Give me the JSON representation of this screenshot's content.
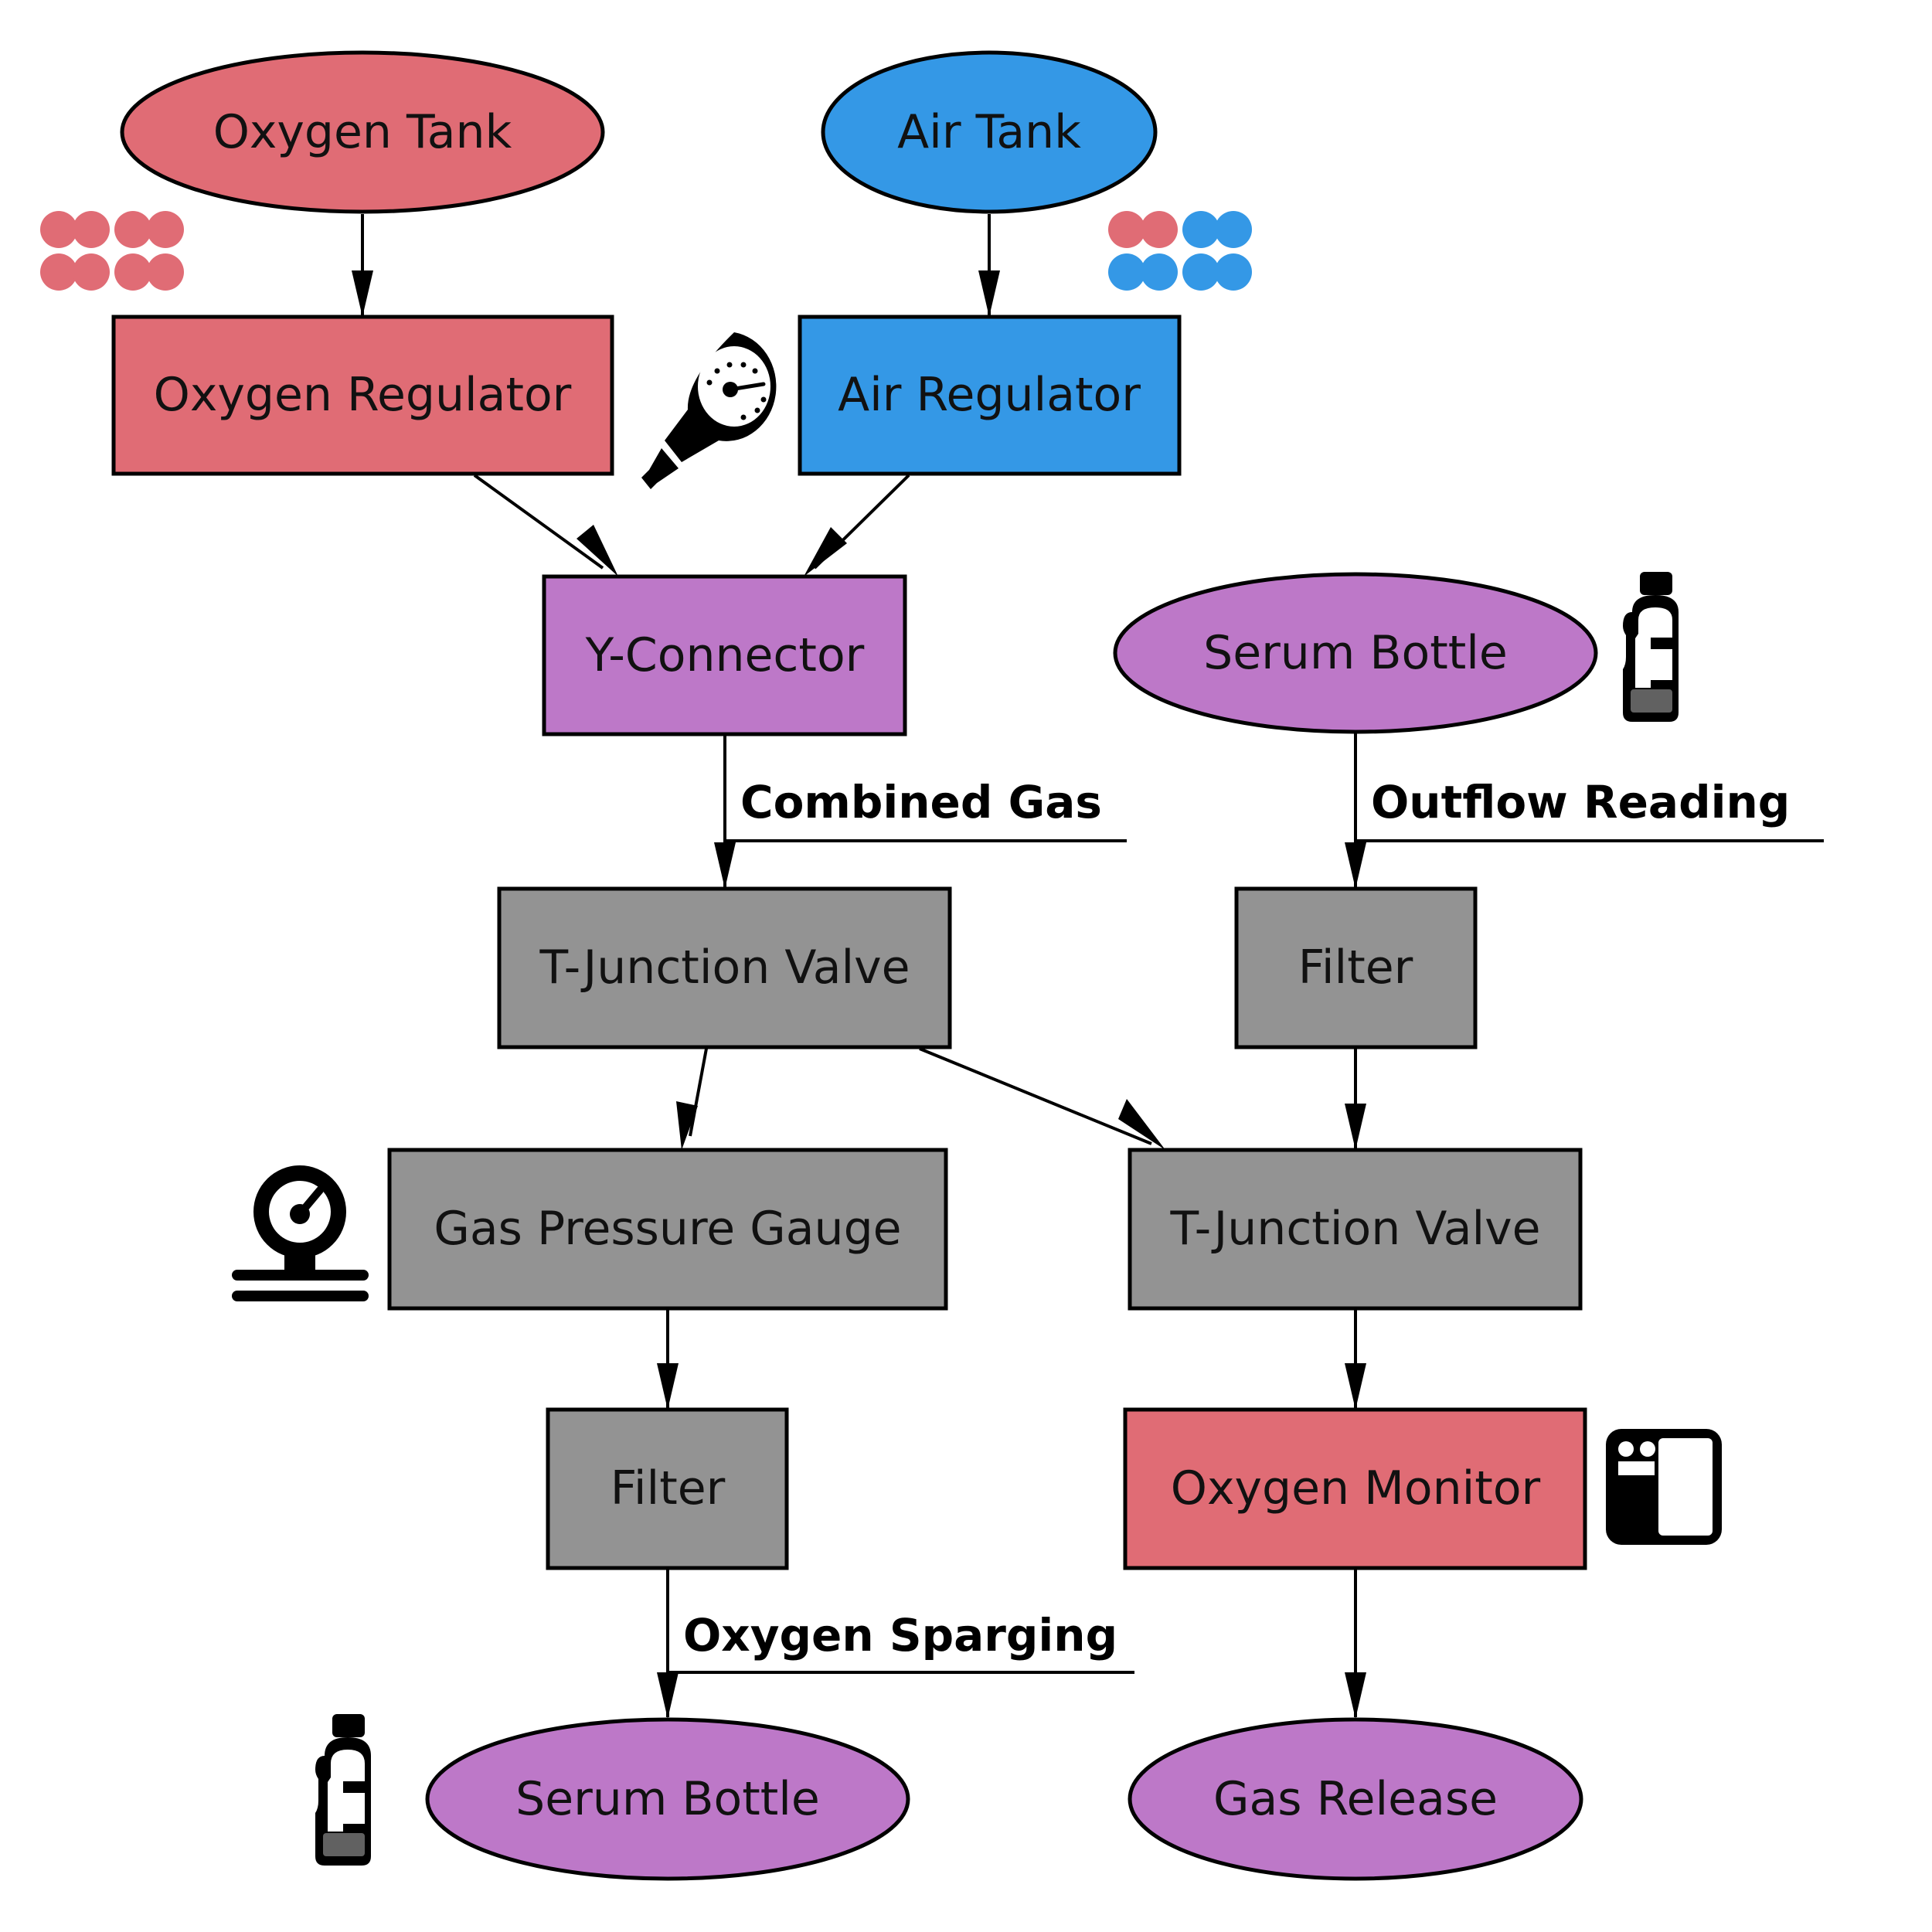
{
  "colors": {
    "oxygen": "#e06c75",
    "air": "#3498e6",
    "serum": "#bd78c8",
    "equipment": "#939393",
    "stroke": "#000000"
  },
  "nodes": {
    "oxygen_tank": {
      "label": "Oxygen Tank",
      "category": "oxygen"
    },
    "air_tank": {
      "label": "Air Tank",
      "category": "air"
    },
    "oxygen_regulator": {
      "label": "Oxygen Regulator",
      "category": "oxygen"
    },
    "air_regulator": {
      "label": "Air Regulator",
      "category": "air"
    },
    "y_connector": {
      "label": "Y-Connector",
      "category": "serum"
    },
    "serum_bottle_top": {
      "label": "Serum Bottle",
      "category": "serum"
    },
    "t_junction_valve_1": {
      "label": "T-Junction Valve",
      "category": "equipment"
    },
    "filter_right": {
      "label": "Filter",
      "category": "equipment"
    },
    "gas_pressure_gauge": {
      "label": "Gas Pressure Gauge",
      "category": "equipment"
    },
    "t_junction_valve_2": {
      "label": "T-Junction Valve",
      "category": "equipment"
    },
    "filter_left": {
      "label": "Filter",
      "category": "equipment"
    },
    "oxygen_monitor": {
      "label": "Oxygen Monitor",
      "category": "oxygen"
    },
    "serum_bottle_bottom": {
      "label": "Serum Bottle",
      "category": "serum"
    },
    "gas_release": {
      "label": "Gas Release",
      "category": "serum"
    }
  },
  "edges": [
    {
      "from": "oxygen_tank",
      "to": "oxygen_regulator",
      "label": ""
    },
    {
      "from": "air_tank",
      "to": "air_regulator",
      "label": ""
    },
    {
      "from": "oxygen_regulator",
      "to": "y_connector",
      "label": ""
    },
    {
      "from": "air_regulator",
      "to": "y_connector",
      "label": ""
    },
    {
      "from": "y_connector",
      "to": "t_junction_valve_1",
      "label": "Combined Gas"
    },
    {
      "from": "serum_bottle_top",
      "to": "filter_right",
      "label": "Outflow Reading"
    },
    {
      "from": "t_junction_valve_1",
      "to": "gas_pressure_gauge",
      "label": ""
    },
    {
      "from": "t_junction_valve_1",
      "to": "t_junction_valve_2",
      "label": ""
    },
    {
      "from": "filter_right",
      "to": "t_junction_valve_2",
      "label": ""
    },
    {
      "from": "gas_pressure_gauge",
      "to": "filter_left",
      "label": ""
    },
    {
      "from": "t_junction_valve_2",
      "to": "oxygen_monitor",
      "label": ""
    },
    {
      "from": "filter_left",
      "to": "serum_bottle_bottom",
      "label": "Oxygen Sparging"
    },
    {
      "from": "oxygen_monitor",
      "to": "gas_release",
      "label": ""
    }
  ],
  "edge_labels": {
    "combined_gas": "Combined Gas",
    "outflow_reading": "Outflow Reading",
    "oxygen_sparging": "Oxygen Sparging"
  },
  "icons": {
    "oxygen_molecules": "molecule-icon",
    "mixed_air_molecules": "molecule-icon",
    "pressure_regulator": "pressure-regulator-icon",
    "bottle_top": "bottle-icon",
    "pressure_gauge": "pressure-gauge-icon",
    "monitor_device": "monitor-device-icon",
    "bottle_bottom": "bottle-icon"
  }
}
